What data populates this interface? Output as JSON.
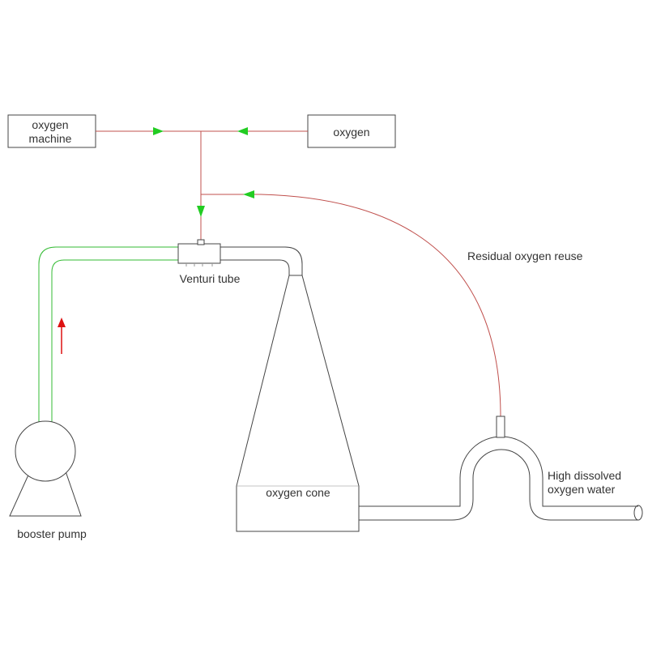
{
  "labels": {
    "oxygen_machine_line1": "oxygen",
    "oxygen_machine_line2": "machine",
    "oxygen": "oxygen",
    "residual_oxygen_reuse": "Residual oxygen reuse",
    "venturi_tube": "Venturi tube",
    "oxygen_cone": "oxygen cone",
    "booster_pump": "booster pump",
    "output_line1": "High dissolved",
    "output_line2": "oxygen water"
  },
  "colors": {
    "gas_line": "#c0504d",
    "water_line": "#33bb33",
    "gas_arrow": "#22cc22",
    "flow_arrow": "#dd1111",
    "outline": "#444444",
    "text": "#333333"
  },
  "icons": {
    "gas_flow_arrow": "green-triangle",
    "water_flow_arrow": "red-up-arrow"
  }
}
